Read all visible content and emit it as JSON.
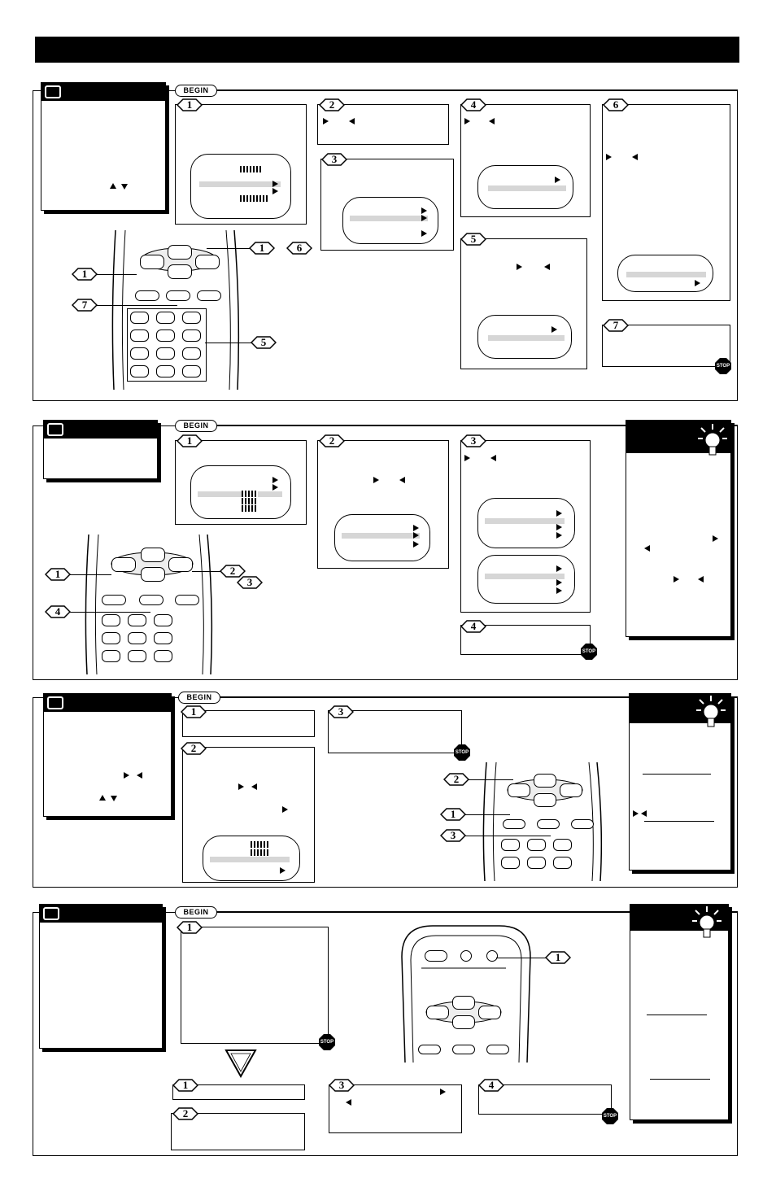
{
  "header": {
    "title": ""
  },
  "begin_label": "BEGIN",
  "stop_label": "STOP",
  "sections": [
    {
      "id": "section-1",
      "steps": [
        "1",
        "2",
        "3",
        "4",
        "5",
        "6",
        "7"
      ],
      "remote_callouts": [
        "1",
        "6",
        "1",
        "7",
        "5"
      ]
    },
    {
      "id": "section-2",
      "steps": [
        "1",
        "2",
        "3",
        "4"
      ],
      "remote_callouts": [
        "1",
        "2",
        "3",
        "4"
      ]
    },
    {
      "id": "section-3",
      "steps": [
        "1",
        "2",
        "3"
      ],
      "remote_callouts": [
        "2",
        "1",
        "3"
      ]
    },
    {
      "id": "section-4",
      "steps": [
        "1",
        "1",
        "2",
        "3",
        "4"
      ],
      "remote_callouts": [
        "1"
      ]
    }
  ],
  "icons": {
    "tv": "tv-icon",
    "bulb": "light-bulb-icon",
    "stop": "stop-sign-icon",
    "arrow_right": "arrow-right-icon",
    "arrow_left": "arrow-left-icon",
    "arrow_up": "arrow-up-icon",
    "arrow_down": "arrow-down-icon"
  },
  "colors": {
    "ink": "#000000",
    "highlight": "#d6d6d6",
    "stop": "#000000"
  }
}
